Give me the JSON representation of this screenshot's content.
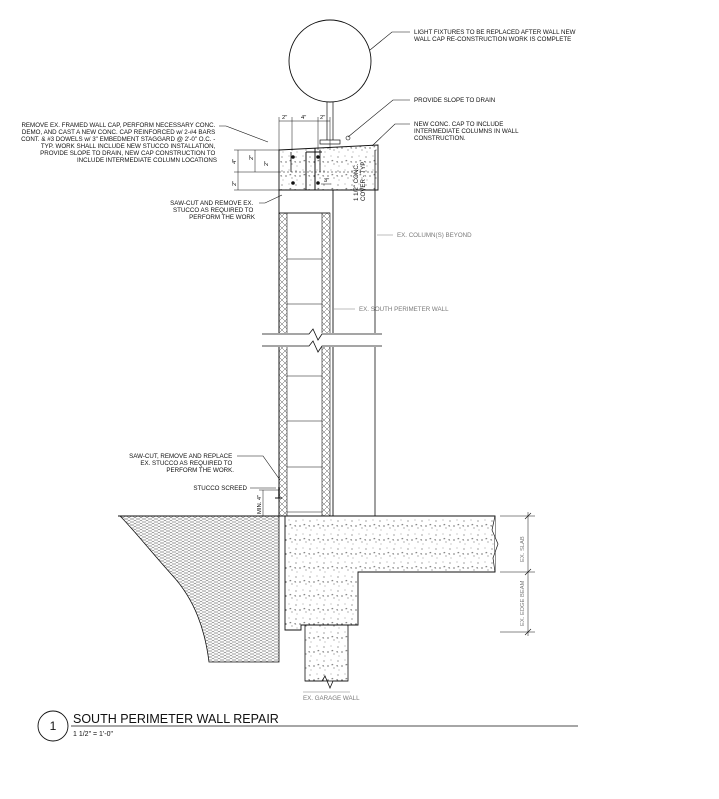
{
  "notes": {
    "light_fixtures": [
      "LIGHT FIXTURES TO BE REPLACED AFTER WALL NEW",
      "WALL CAP RE-CONSTRUCTION WORK IS COMPLETE"
    ],
    "slope": [
      "PROVIDE SLOPE TO DRAIN"
    ],
    "new_cap": [
      "NEW CONC. CAP TO INCLUDE",
      "INTERMEDIATE COLUMNS IN WALL",
      "CONSTRUCTION."
    ],
    "remove_cap": [
      "REMOVE EX. FRAMED WALL CAP, PERFORM NECESSARY CONC.",
      "DEMO, AND CAST A NEW CONC. CAP REINFORCED w/ 2-#4 BARS",
      "CONT. & #3 DOWELS w/ 3\" EMBEDMENT STAGGARD @ 2'-0\" O.C. -",
      "TYP. WORK SHALL INCLUDE NEW STUCCO INSTALLATION,",
      "PROVIDE SLOPE TO DRAIN, NEW CAP CONSTRUCTION TO",
      "INCLUDE INTERMEDIATE COLUMN LOCATIONS"
    ],
    "sawcut_top": [
      "SAW-CUT AND REMOVE EX.",
      "STUCCO AS REQUIRED TO",
      "PERFORM THE WORK"
    ],
    "columns_beyond": [
      "EX. COLUMN(S) BEYOND"
    ],
    "south_wall": [
      "EX. SOUTH PERIMETER WALL"
    ],
    "sawcut_bottom": [
      "SAW-CUT, REMOVE AND REPLACE",
      "EX. STUCCO AS REQUIRED TO",
      "PERFORM THE WORK."
    ],
    "screed": [
      "STUCCO SCREED"
    ],
    "conc_cover": [
      "1 1/2\" CONC.",
      "COVER - TYP."
    ],
    "garage_wall": [
      "EX. GARAGE WALL"
    ]
  },
  "dims": {
    "top_2a": "2\"",
    "top_4": "4\"",
    "top_2b": "2\"",
    "side_4": "4\"",
    "side_2a": "2\"",
    "side_2b": "2\"",
    "side_2c": "2\"",
    "inner_3": "3\"",
    "min_4": "MIN. 4\"",
    "ex_slab": "EX. SLAB",
    "ex_edge_beam": "EX. EDGE BEAM"
  },
  "title_block": {
    "detail_number": "1",
    "title": "SOUTH PERIMETER WALL REPAIR",
    "scale": "1 1/2\" = 1'-0\""
  },
  "colors": {
    "line": "#111111",
    "leader_grey": "#7a7a7a"
  }
}
